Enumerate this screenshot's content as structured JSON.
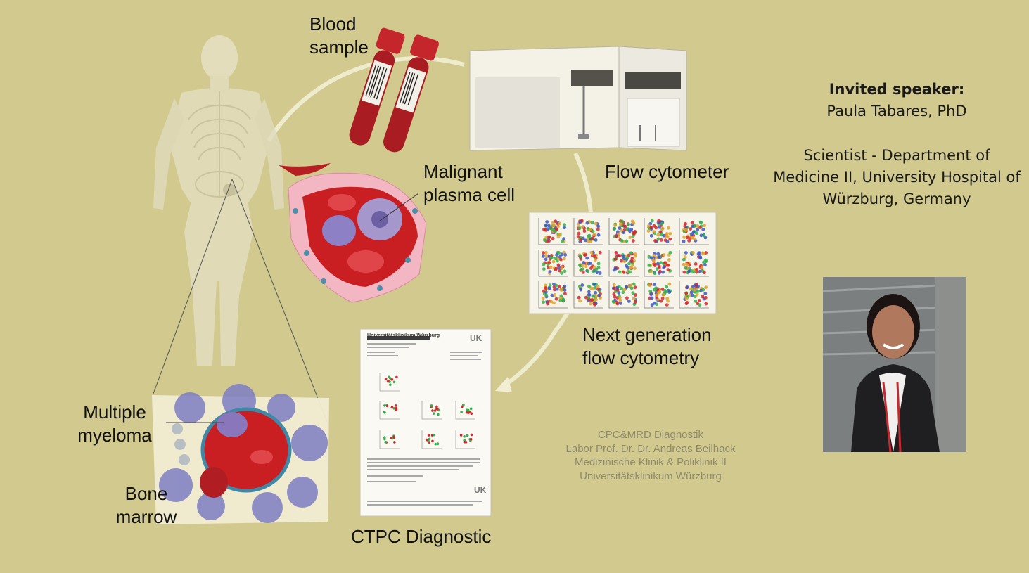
{
  "labels": {
    "blood_sample": [
      "Blood",
      "sample"
    ],
    "malignant_plasma_cell": [
      "Malignant",
      "plasma cell"
    ],
    "flow_cytometer": "Flow cytometer",
    "ngf": [
      "Next generation",
      "flow cytometry"
    ],
    "multiple_myeloma": [
      "Multiple",
      "myeloma"
    ],
    "bone_marrow": [
      "Bone",
      "marrow"
    ],
    "ctpc": "CTPC Diagnostic"
  },
  "speaker": {
    "heading": "Invited speaker:",
    "name": "Paula Tabares, PhD",
    "role_lines": [
      "Scientist - Department of",
      "Medicine II, University Hospital of",
      "Würzburg, Germany"
    ]
  },
  "lab": {
    "lines": [
      "CPC&MRD Diagnostik",
      "Labor Prof. Dr. Dr. Andreas Beilhack",
      "Medizinische Klinik & Poliklinik II",
      "Universitätsklinikum Würzburg"
    ]
  },
  "report": {
    "header": "Universitätsklinikum Würzburg",
    "logo": "UK"
  },
  "colors": {
    "background": "#d2c98f",
    "blood": "#b51f22",
    "cell_purple": "#9f8fc6"
  }
}
